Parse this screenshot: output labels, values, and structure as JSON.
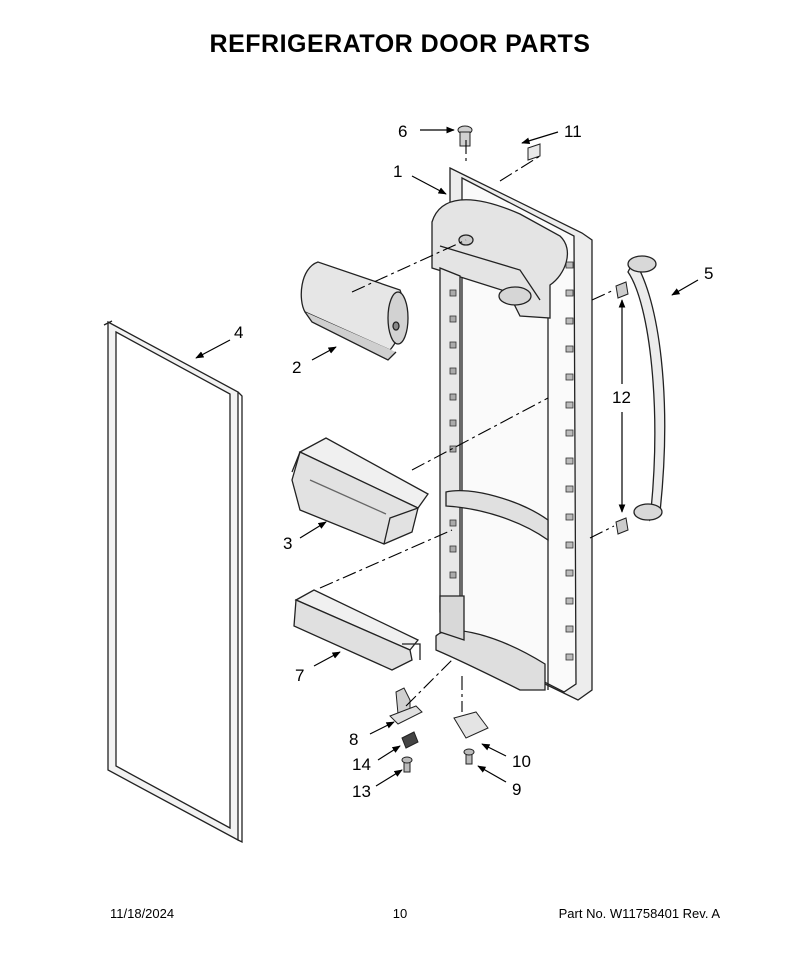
{
  "page": {
    "title": "REFRIGERATOR DOOR PARTS"
  },
  "callouts": [
    "1",
    "2",
    "3",
    "4",
    "5",
    "6",
    "7",
    "8",
    "9",
    "10",
    "11",
    "12",
    "13",
    "14"
  ],
  "footer": {
    "date": "11/18/2024",
    "page_number": "10",
    "part_info": "Part No.  W11758401  Rev.  A"
  }
}
